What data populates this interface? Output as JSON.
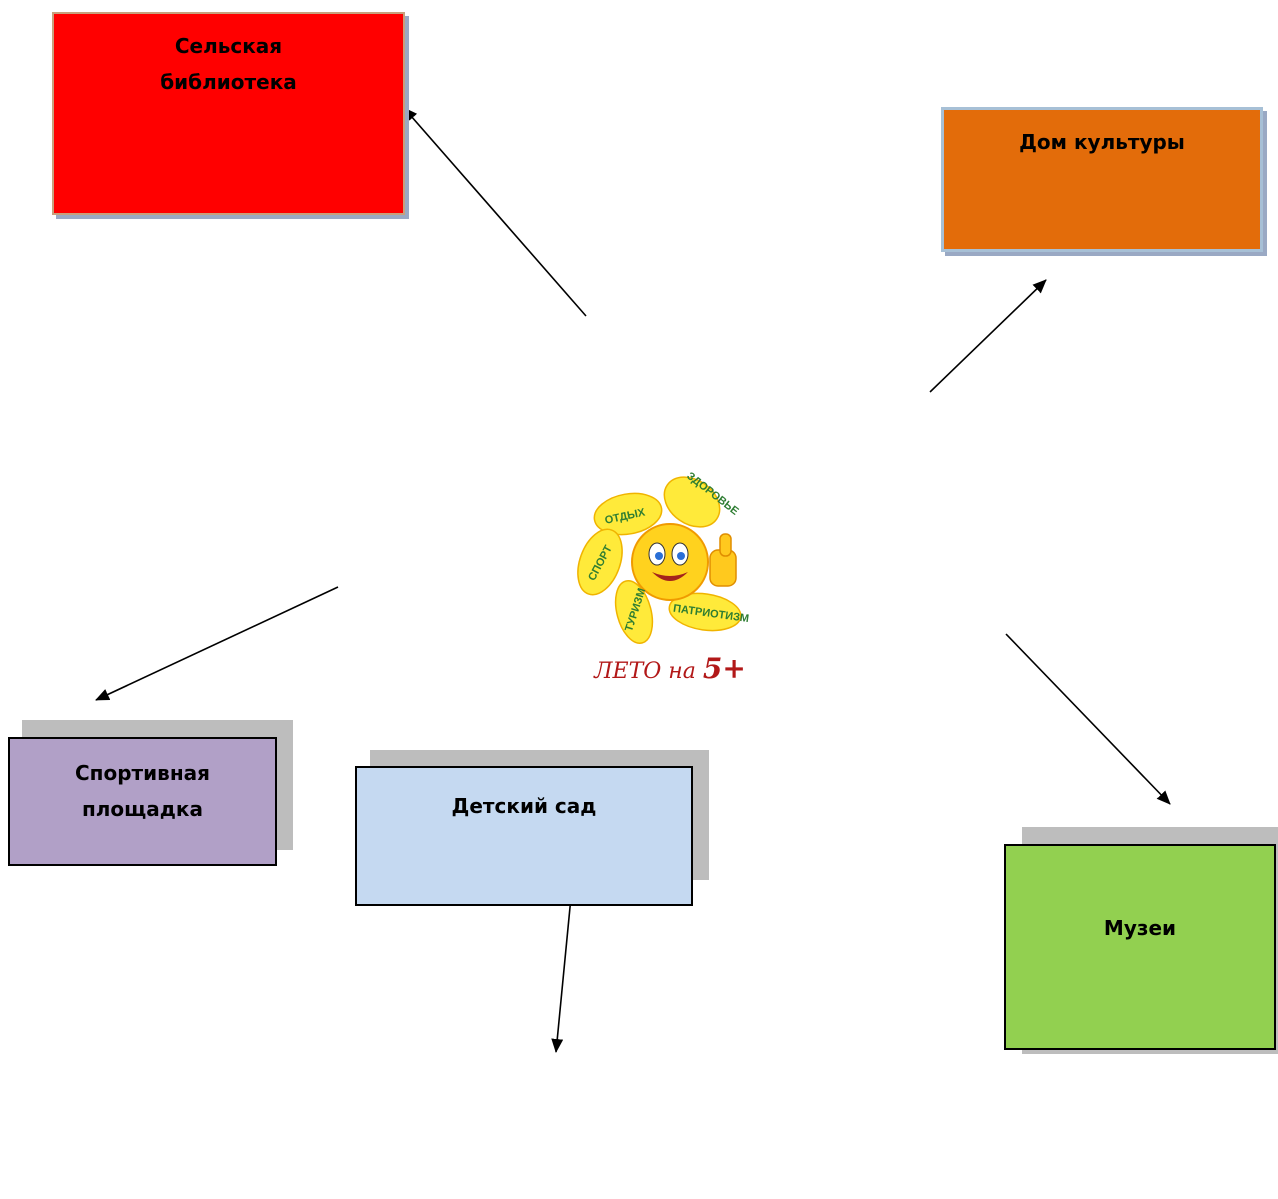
{
  "nodes": {
    "library": {
      "label": "Сельская\nбиблиотека"
    },
    "culture": {
      "label": "Дом культуры"
    },
    "sport": {
      "label": "Спортивная\nплощадка"
    },
    "museum": {
      "label": "Музеи"
    },
    "kindergarten": {
      "label": "Детский сад"
    }
  },
  "logo": {
    "words": [
      "ЗДОРОВЬЕ",
      "ОТДЫХ",
      "СПОРТ",
      "ТУРИЗМ",
      "ПАТРИОТИЗМ"
    ],
    "caption_text": "ЛЕТО на ",
    "caption_number": "5+"
  },
  "colors": {
    "library": "#ff0000",
    "culture": "#e36c0a",
    "sport": "#b1a0c7",
    "museum": "#92d050",
    "kindergarten": "#c5d9f1",
    "arrow": "#000000"
  }
}
